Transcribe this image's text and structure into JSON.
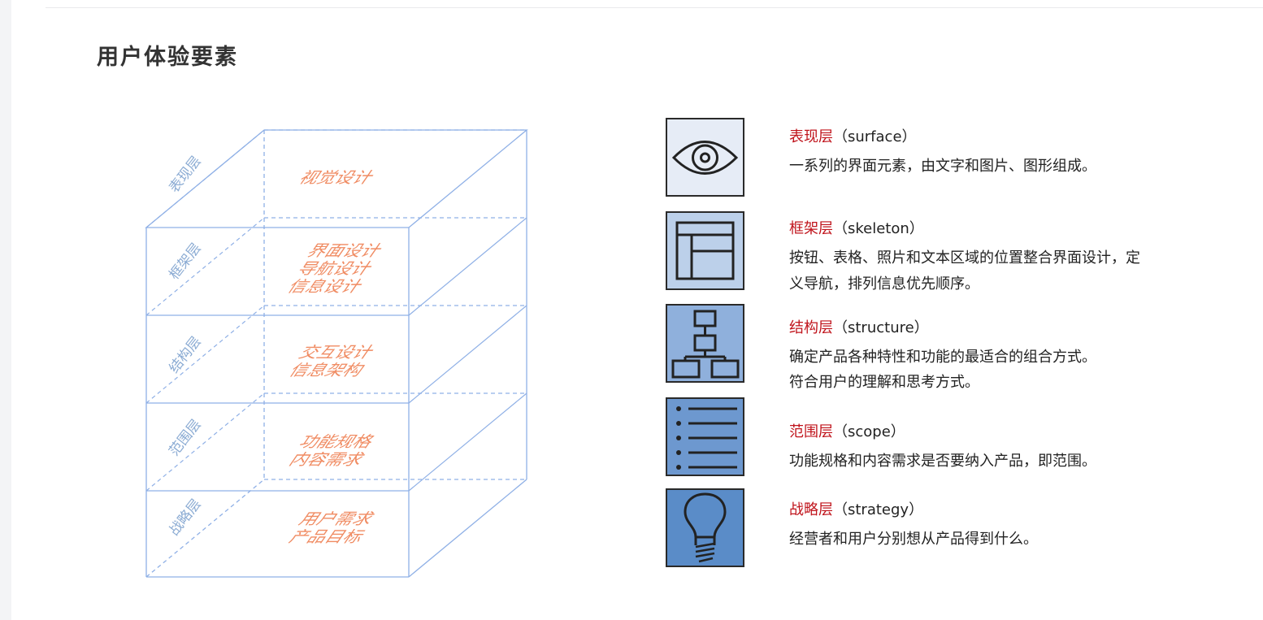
{
  "page": {
    "title": "用户体验要素"
  },
  "diagram": {
    "layers": [
      {
        "name": "表现层",
        "content": [
          "视觉设计"
        ]
      },
      {
        "name": "框架层",
        "content": [
          "界面设计",
          "导航设计",
          "信息设计"
        ]
      },
      {
        "name": "结构层",
        "content": [
          "交互设计",
          "信息架构"
        ]
      },
      {
        "name": "范围层",
        "content": [
          "功能规格",
          "内容需求"
        ]
      },
      {
        "name": "战略层",
        "content": [
          "用户需求",
          "产品目标"
        ]
      }
    ]
  },
  "descriptions": [
    {
      "name": "表现层",
      "term": "（surface）",
      "lines": [
        "一系列的界面元素，由文字和图片、图形组成。"
      ],
      "icon": "eye-icon"
    },
    {
      "name": "框架层",
      "term": "（skeleton）",
      "lines": [
        "按钮、表格、照片和文本区域的位置整合界面设计，定",
        "义导航，排列信息优先顺序。"
      ],
      "icon": "layout-icon"
    },
    {
      "name": "结构层",
      "term": "（structure）",
      "lines": [
        "确定产品各种特性和功能的最适合的组合方式。",
        "符合用户的理解和思考方式。"
      ],
      "icon": "hierarchy-icon"
    },
    {
      "name": "范围层",
      "term": "（scope）",
      "lines": [
        "功能规格和内容需求是否要纳入产品，即范围。"
      ],
      "icon": "list-icon"
    },
    {
      "name": "战略层",
      "term": "（strategy）",
      "lines": [
        "经营者和用户分别想从产品得到什么。"
      ],
      "icon": "lightbulb-icon"
    }
  ],
  "colors": {
    "accent_red": "#c0141c",
    "diagram_line": "#8fb0e6",
    "diagram_text": "#f08c63",
    "icon_fills": [
      "#e6ecf6",
      "#bcd0ea",
      "#8fb0dc",
      "#6d98cf",
      "#5a8cc8"
    ]
  }
}
